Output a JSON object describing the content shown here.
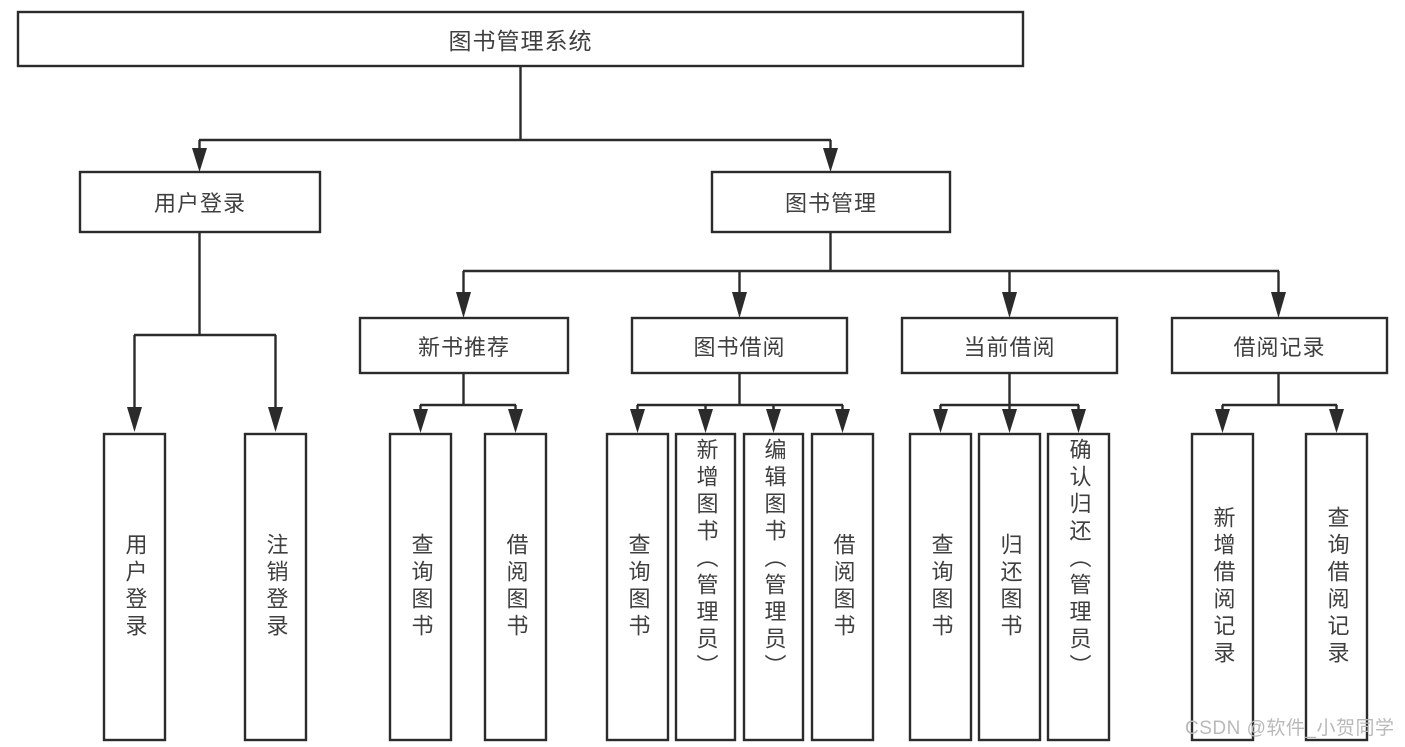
{
  "diagram": {
    "type": "tree-hierarchy",
    "title": "图书管理系统",
    "watermark": "CSDN @软件_小贺同学",
    "colors": {
      "box_stroke": "#2b2b2b",
      "box_fill": "#ffffff",
      "text": "#3f3f3f",
      "connector": "#2b2b2b",
      "watermark": "#b9b9b9",
      "background": "#ffffff"
    },
    "levels": [
      {
        "level": 0,
        "nodes": [
          {
            "id": "root",
            "label": "图书管理系统",
            "orientation": "horizontal"
          }
        ]
      },
      {
        "level": 1,
        "nodes": [
          {
            "id": "login",
            "label": "用户登录",
            "orientation": "horizontal",
            "parent": "root"
          },
          {
            "id": "bookmgmt",
            "label": "图书管理",
            "orientation": "horizontal",
            "parent": "root"
          }
        ]
      },
      {
        "level": 2,
        "nodes": [
          {
            "id": "newbook",
            "label": "新书推荐",
            "orientation": "horizontal",
            "parent": "bookmgmt"
          },
          {
            "id": "borrow",
            "label": "图书借阅",
            "orientation": "horizontal",
            "parent": "bookmgmt"
          },
          {
            "id": "current",
            "label": "当前借阅",
            "orientation": "horizontal",
            "parent": "bookmgmt"
          },
          {
            "id": "records",
            "label": "借阅记录",
            "orientation": "horizontal",
            "parent": "bookmgmt"
          }
        ]
      },
      {
        "level": 3,
        "nodes": [
          {
            "id": "leaf1",
            "label": "用户登录",
            "orientation": "vertical",
            "parent": "login",
            "align": "center"
          },
          {
            "id": "leaf2",
            "label": "注销登录",
            "orientation": "vertical",
            "parent": "login",
            "align": "center"
          },
          {
            "id": "leaf3",
            "label": "查询图书",
            "orientation": "vertical",
            "parent": "newbook",
            "align": "center"
          },
          {
            "id": "leaf4",
            "label": "借阅图书",
            "orientation": "vertical",
            "parent": "newbook",
            "align": "center"
          },
          {
            "id": "leaf5",
            "label": "查询图书",
            "orientation": "vertical",
            "parent": "borrow",
            "align": "center"
          },
          {
            "id": "leaf6",
            "label": "新增图书（管理员）",
            "orientation": "vertical",
            "parent": "borrow",
            "align": "top"
          },
          {
            "id": "leaf7",
            "label": "编辑图书（管理员）",
            "orientation": "vertical",
            "parent": "borrow",
            "align": "top"
          },
          {
            "id": "leaf8",
            "label": "借阅图书",
            "orientation": "vertical",
            "parent": "borrow",
            "align": "center"
          },
          {
            "id": "leaf9",
            "label": "查询图书",
            "orientation": "vertical",
            "parent": "current",
            "align": "center"
          },
          {
            "id": "leaf10",
            "label": "归还图书",
            "orientation": "vertical",
            "parent": "current",
            "align": "center"
          },
          {
            "id": "leaf11",
            "label": "确认归还（管理员）",
            "orientation": "vertical",
            "parent": "current",
            "align": "top"
          },
          {
            "id": "leaf12",
            "label": "新增借阅记录",
            "orientation": "vertical",
            "parent": "records",
            "align": "center"
          },
          {
            "id": "leaf13",
            "label": "查询借阅记录",
            "orientation": "vertical",
            "parent": "records",
            "align": "center"
          }
        ]
      }
    ]
  }
}
